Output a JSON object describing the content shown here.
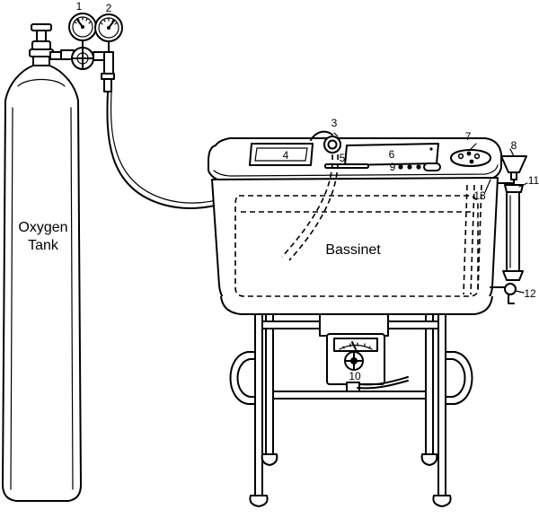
{
  "labels": {
    "oxygen_line1": "Oxygen",
    "oxygen_line2": "Tank",
    "bassinet": "Bassinet",
    "n1": "1",
    "n2": "2",
    "n3": "3",
    "n4": "4",
    "n5": "5",
    "n6": "6",
    "n7": "7",
    "n8": "8",
    "n9": "9",
    "n10": "10",
    "n11": "11",
    "n12": "12",
    "n13": "13"
  }
}
